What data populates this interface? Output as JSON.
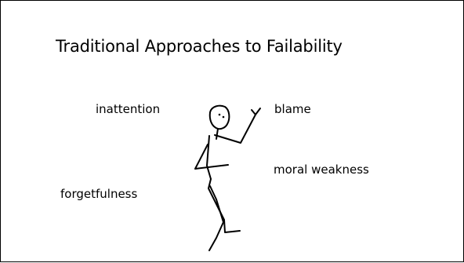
{
  "slide": {
    "title": "Traditional Approaches to Failability",
    "labels": {
      "inattention": "inattention",
      "blame": "blame",
      "moral_weakness": "moral weakness",
      "forgetfulness": "forgetfulness"
    }
  }
}
